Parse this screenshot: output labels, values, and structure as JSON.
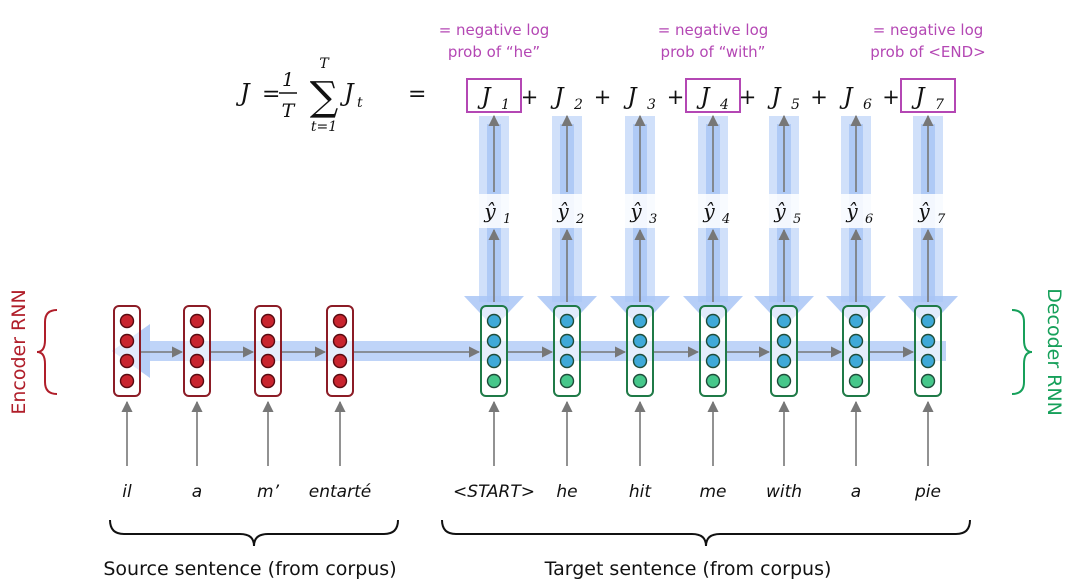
{
  "colors": {
    "annotation": "#b447b4",
    "encoder": "#b01e2a",
    "decoder": "#16a05a",
    "flow": "#a9c6f6",
    "node_decoder": "#3fa9d8",
    "node_decoder_bottom": "#46c78a"
  },
  "formula": {
    "lhs": "J",
    "equals": "=",
    "frac_num": "1",
    "frac_den": "T",
    "sum_symbol": "∑",
    "sum_upper": "T",
    "sum_lower": "t=1",
    "sum_term": "J",
    "sum_term_sub": "t",
    "equals2": "=",
    "terms": [
      {
        "label": "J",
        "sub": "1",
        "boxed": true
      },
      {
        "label": "J",
        "sub": "2",
        "boxed": false
      },
      {
        "label": "J",
        "sub": "3",
        "boxed": false
      },
      {
        "label": "J",
        "sub": "4",
        "boxed": true
      },
      {
        "label": "J",
        "sub": "5",
        "boxed": false
      },
      {
        "label": "J",
        "sub": "6",
        "boxed": false
      },
      {
        "label": "J",
        "sub": "7",
        "boxed": true
      }
    ],
    "plus": "+"
  },
  "annotations": [
    {
      "line1": "= negative log",
      "line2": "prob of “he”"
    },
    {
      "line1": "= negative log",
      "line2": "prob of “with”"
    },
    {
      "line1": "= negative log",
      "line2": "prob of <END>"
    }
  ],
  "outputs": [
    {
      "label": "ŷ",
      "sub": "1"
    },
    {
      "label": "ŷ",
      "sub": "2"
    },
    {
      "label": "ŷ",
      "sub": "3"
    },
    {
      "label": "ŷ",
      "sub": "4"
    },
    {
      "label": "ŷ",
      "sub": "5"
    },
    {
      "label": "ŷ",
      "sub": "6"
    },
    {
      "label": "ŷ",
      "sub": "7"
    }
  ],
  "source_words": [
    "il",
    "a",
    "m’",
    "entarté"
  ],
  "target_words": [
    "<START>",
    "he",
    "hit",
    "me",
    "with",
    "a",
    "pie"
  ],
  "labels": {
    "encoder": "Encoder RNN",
    "decoder": "Decoder RNN",
    "source_caption": "Source sentence (from corpus)",
    "target_caption": "Target sentence (from corpus)"
  }
}
